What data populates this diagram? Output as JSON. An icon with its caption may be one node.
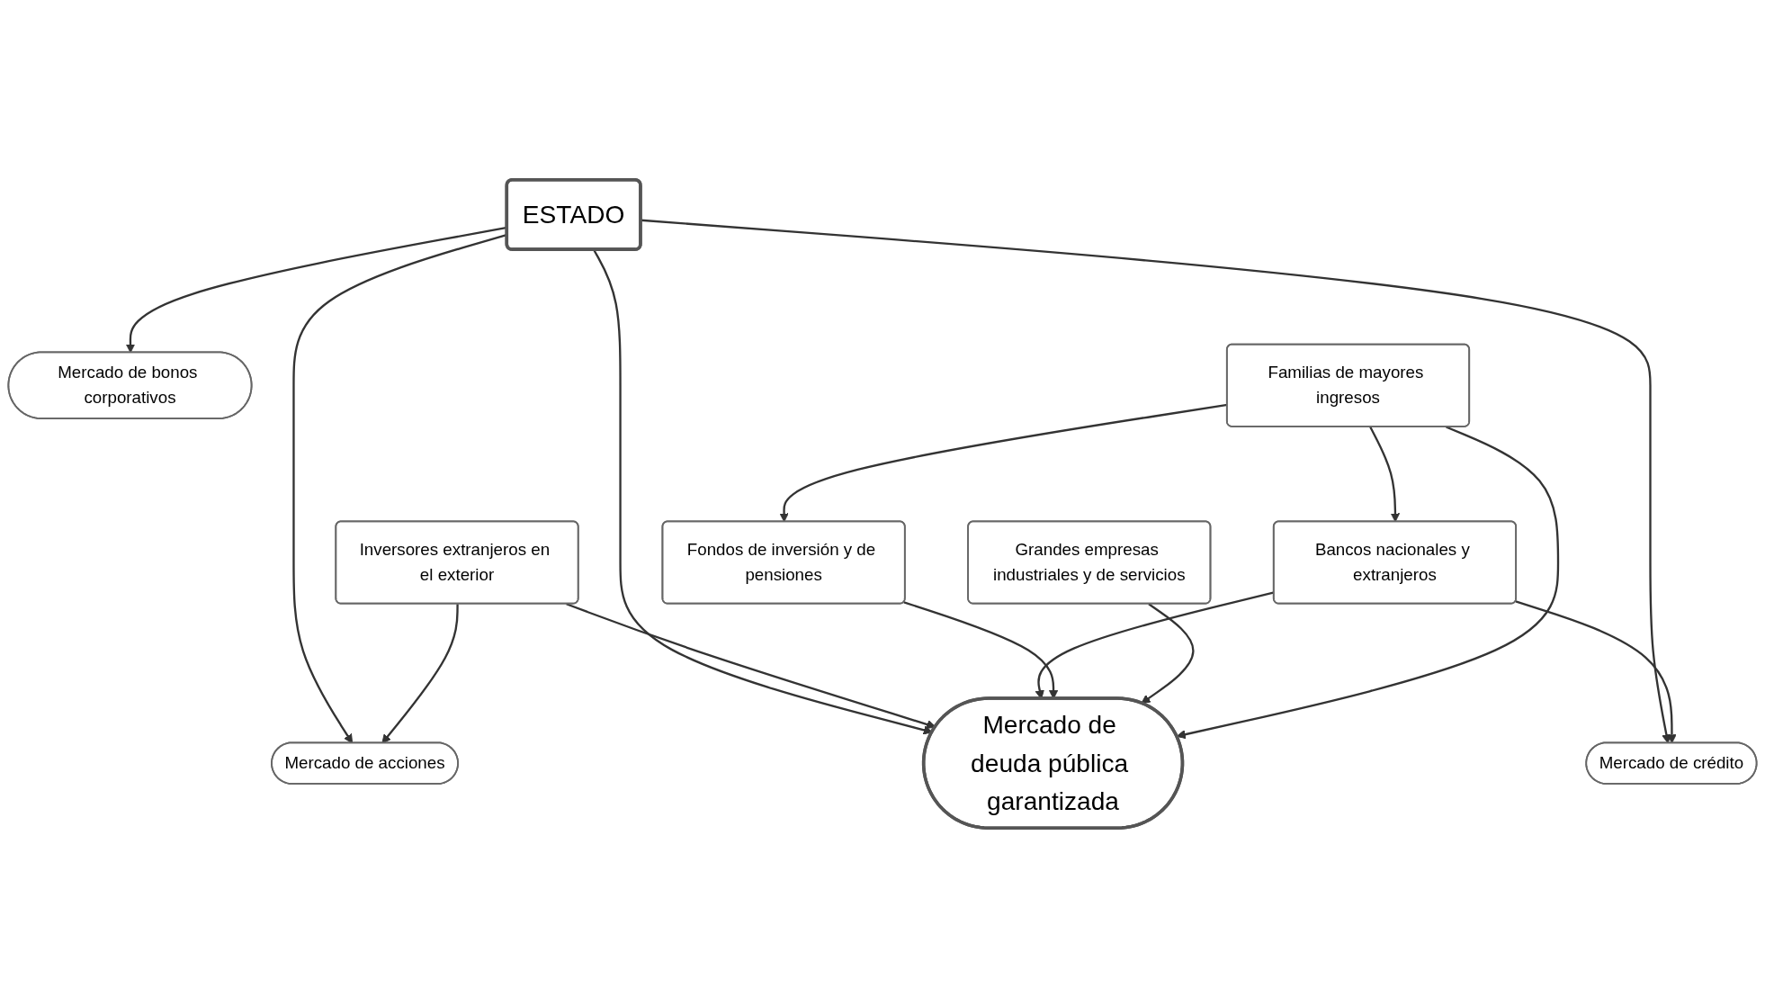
{
  "diagram": {
    "nodes": [
      {
        "text": [
          "ESTADO"
        ]
      },
      {
        "text": [
          "Mercado de bonos corporativos"
        ]
      },
      {
        "text": [
          "Mercado de crédito"
        ]
      },
      {
        "text": [
          "Mercado de acciones"
        ]
      },
      {
        "text": [
          "Mercado de deuda pública garantizada"
        ]
      },
      {
        "text": [
          "Inversores extranjeros en el exterior"
        ]
      },
      {
        "text": [
          "Bancos nacionales y extranjeros"
        ]
      },
      {
        "text": [
          "Fondos de inversión y de pensiones"
        ]
      },
      {
        "text": [
          "Grandes empresas industriales y de servicios"
        ]
      },
      {
        "text": [
          "Familias de mayores ingresos"
        ]
      }
    ],
    "edges": [
      {
        "from": 0,
        "to": 4,
        "arrow": "to"
      },
      {
        "from": 0,
        "to": 1,
        "arrow": "to"
      },
      {
        "from": 0,
        "to": 2,
        "arrow": "to"
      },
      {
        "from": 0,
        "to": 3,
        "arrow": "to"
      },
      {
        "from": 5,
        "to": 4,
        "arrow": "to"
      },
      {
        "from": 6,
        "to": 4,
        "arrow": "to"
      },
      {
        "from": 7,
        "to": 4,
        "arrow": "to"
      },
      {
        "from": 8,
        "to": 4,
        "arrow": "to"
      },
      {
        "from": 9,
        "to": 4,
        "arrow": "to"
      },
      {
        "from": 5,
        "to": 3,
        "arrow": "to"
      },
      {
        "from": 6,
        "to": 2,
        "arrow": "to"
      },
      {
        "from": 9,
        "to": 6,
        "arrow": "to"
      },
      {
        "from": 9,
        "to": 7,
        "arrow": "to"
      }
    ]
  }
}
